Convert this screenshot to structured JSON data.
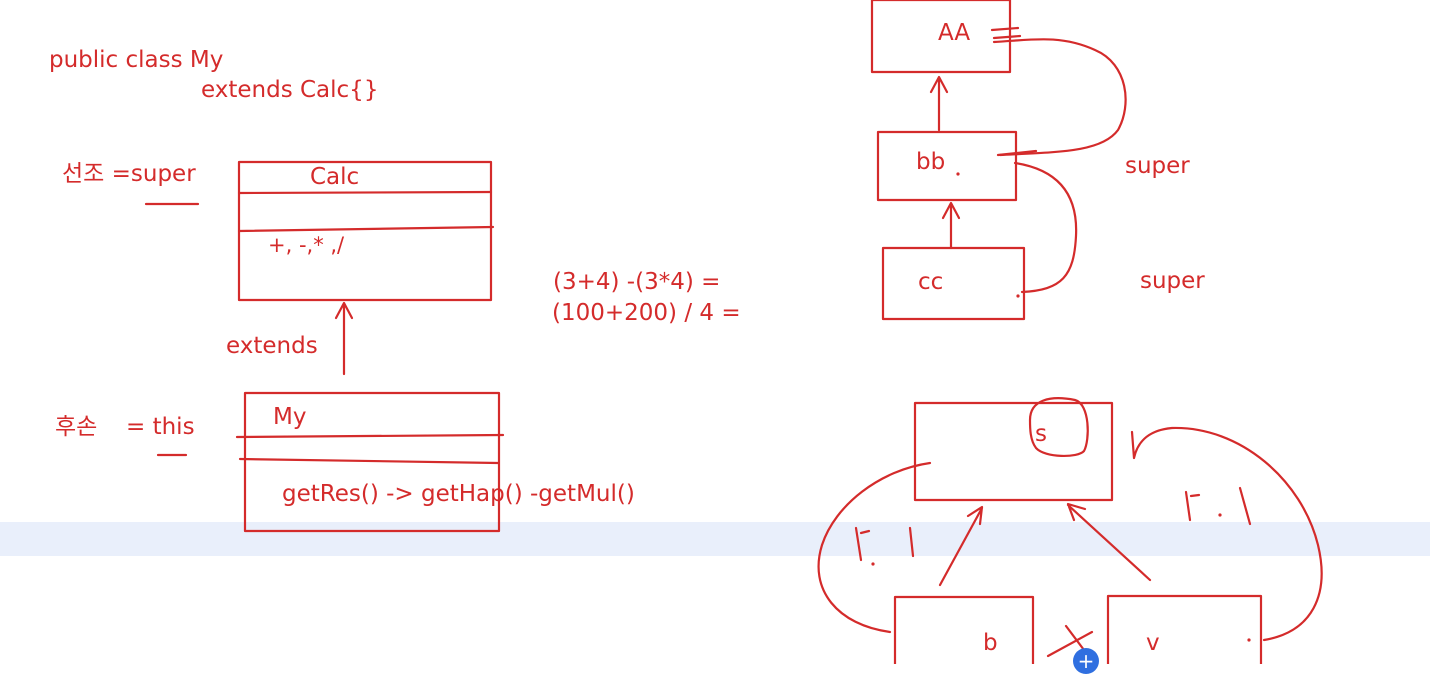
{
  "left": {
    "code_line1": "public class My",
    "code_line2": "extends  Calc{}",
    "super_label": "선조 =super",
    "this_label_a": "후손",
    "this_label_b": "= this",
    "extends_label": "extends",
    "calc_box": {
      "title": "Calc",
      "methods": "+, -,* ,/"
    },
    "my_box": {
      "title": "My",
      "methods": "getRes()   -> getHap() -getMul()"
    }
  },
  "middle": {
    "expr1": "(3+4) -(3*4) =",
    "expr2": "(100+200) / 4 ="
  },
  "right_top": {
    "box_aa": "AA",
    "box_bb": "bb",
    "box_cc": "cc",
    "super1": "super",
    "super2": "super"
  },
  "right_bottom": {
    "box_s": "s",
    "box_b": "b",
    "box_v": "v"
  },
  "ui": {
    "add_icon_glyph": "+"
  },
  "colors": {
    "ink": "#d42b2b",
    "band": "#e9effb",
    "fab": "#2f6fe0"
  }
}
